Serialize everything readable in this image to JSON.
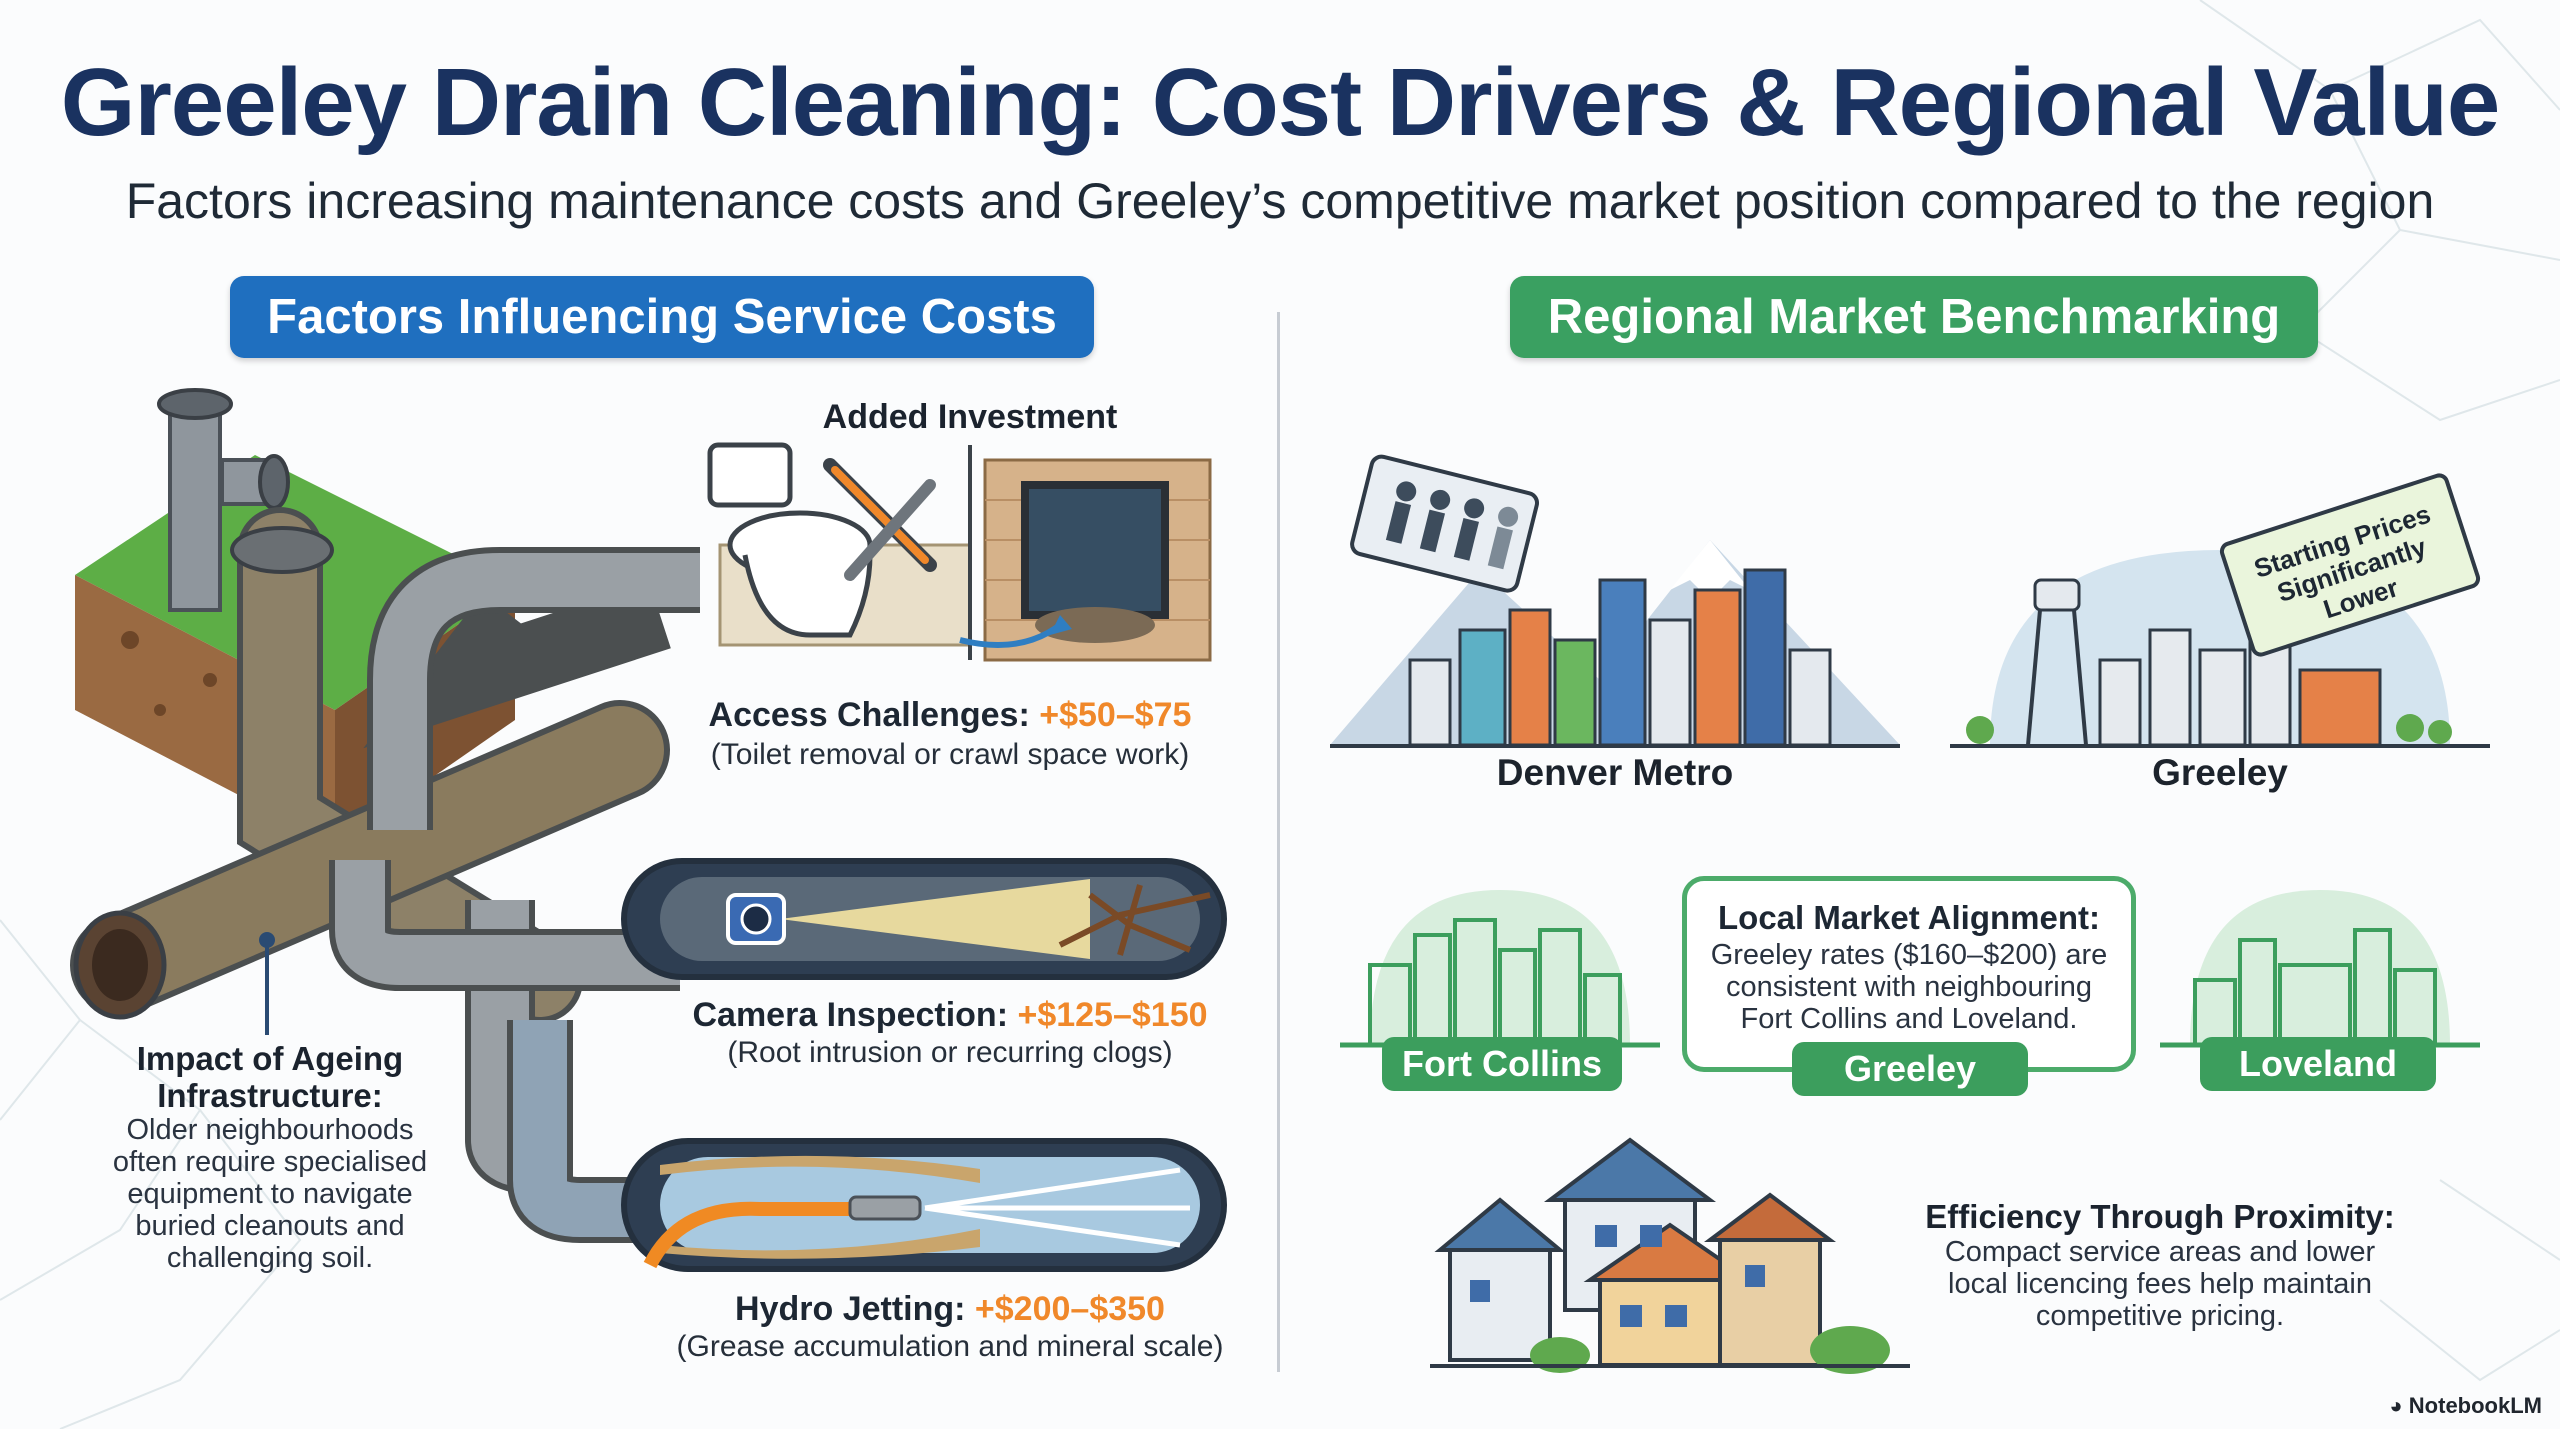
{
  "title": "Greeley Drain Cleaning: Cost Drivers & Regional Value",
  "subtitle": "Factors increasing maintenance costs and Greeley’s competitive market position compared to the region",
  "left_section": {
    "heading": "Factors Influencing Service Costs",
    "added_investment_label": "Added Investment",
    "access": {
      "label": "Access Challenges:",
      "cost": "+$50–$75",
      "note": "(Toilet removal or crawl space work)"
    },
    "camera": {
      "label": "Camera Inspection:",
      "cost": "+$125–$150",
      "note": "(Root intrusion or recurring clogs)"
    },
    "hydro": {
      "label": "Hydro Jetting:",
      "cost": "+$200–$350",
      "note": "(Grease accumulation and mineral scale)"
    },
    "ageing": {
      "heading_line1": "Impact of Ageing",
      "heading_line2": "Infrastructure:",
      "body": [
        "Older neighbourhoods",
        "often require specialised",
        "equipment to navigate",
        "buried cleanouts and",
        "challenging soil."
      ]
    }
  },
  "right_section": {
    "heading": "Regional Market Benchmarking",
    "denver_label": "Denver Metro",
    "greeley_label": "Greeley",
    "price_tag": [
      "Starting Prices",
      "Significantly",
      "Lower"
    ],
    "fort_collins": "Fort Collins",
    "loveland": "Loveland",
    "alignment": {
      "heading": "Local Market Alignment:",
      "body": [
        "Greeley rates ($160–$200) are",
        "consistent with neighbouring",
        "Fort Collins and Loveland."
      ],
      "tag": "Greeley"
    },
    "efficiency": {
      "heading": "Efficiency Through Proximity:",
      "body": [
        "Compact service areas and lower",
        "local licencing fees help maintain",
        "competitive pricing."
      ]
    }
  },
  "footer": {
    "brand": "NotebookLM"
  },
  "colors": {
    "title": "#1a3260",
    "blue_pill": "#1f6fbf",
    "green_pill": "#3aa061",
    "cost_orange": "#f0882a"
  }
}
